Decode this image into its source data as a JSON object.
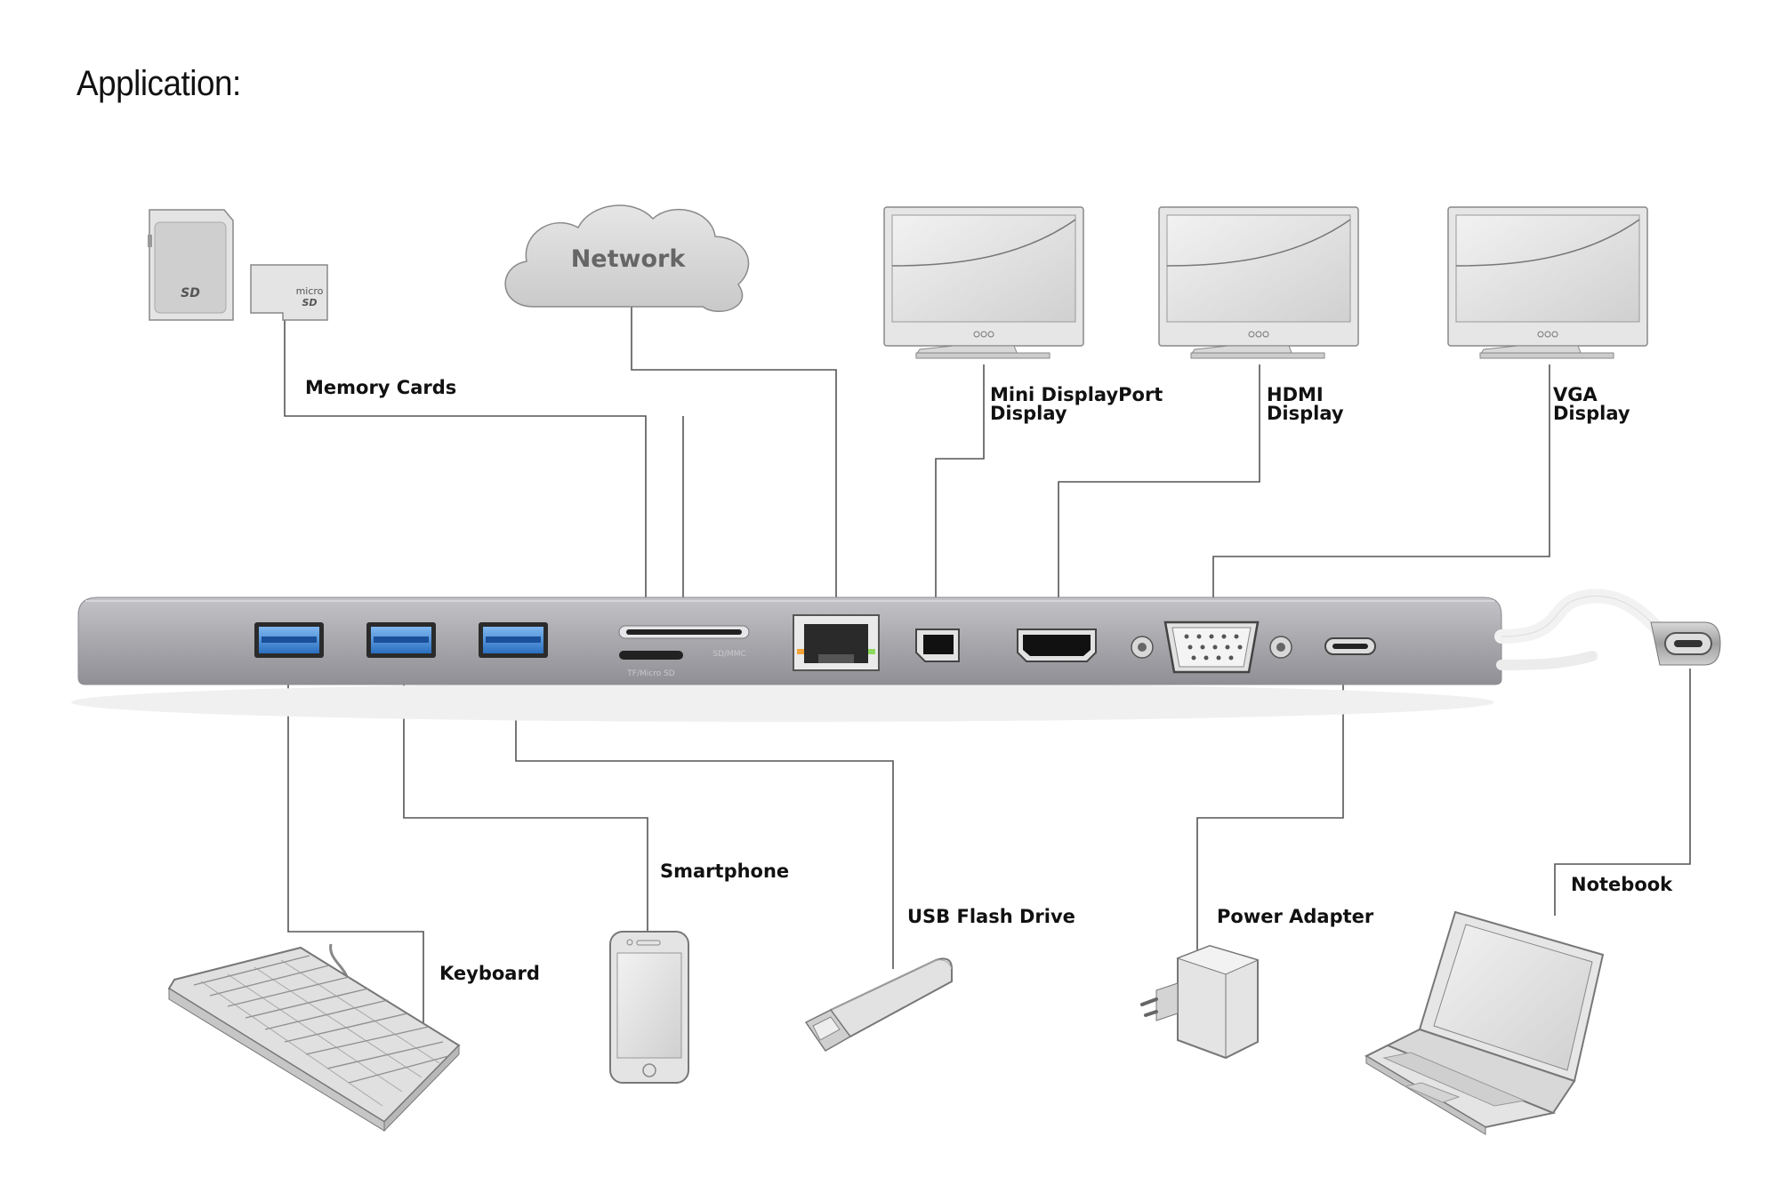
{
  "title": "Application:",
  "labels": {
    "memory_cards": "Memory Cards",
    "network": "Network",
    "mini_displayport": [
      "Mini DisplayPort",
      "Display"
    ],
    "hdmi": [
      "HDMI",
      "Display"
    ],
    "vga": [
      "VGA",
      "Display"
    ],
    "smartphone": "Smartphone",
    "usb_flash_drive": "USB Flash Drive",
    "keyboard": "Keyboard",
    "power_adapter": "Power Adapter",
    "notebook": "Notebook"
  },
  "card_marks": {
    "sd": "SD",
    "micro": "micro",
    "micro_sd": "SD"
  },
  "port_marks": {
    "tf_micro_sd": "TF/Micro SD",
    "sd_mmc": "SD/MMC"
  },
  "colors": {
    "line": "#555555",
    "dock": "#a9a9ad",
    "usb_blue": "#3c8fe0",
    "device_fill": "#e8e8e8",
    "device_stroke": "#7a7a7a"
  }
}
